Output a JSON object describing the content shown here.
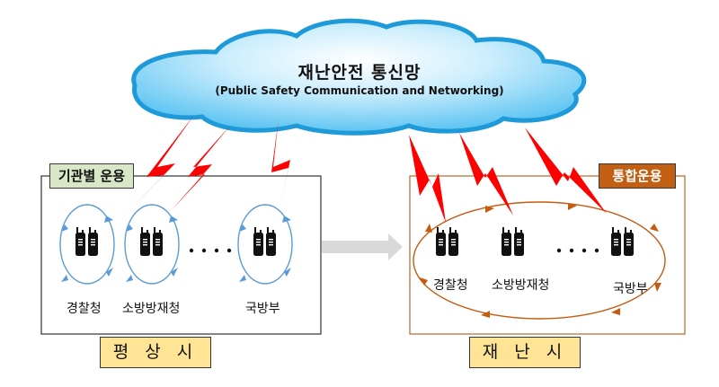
{
  "cloud": {
    "title": "재난안전 통신망",
    "subtitle": "(Public Safety Communication and Networking)"
  },
  "left_panel": {
    "tag": "기관별 운용",
    "organizations": [
      "경찰청",
      "소방방재청",
      "국방부"
    ],
    "ellipsis": "· · · ·",
    "phase_label": "평 상 시"
  },
  "right_panel": {
    "tag": "통합운용",
    "organizations": [
      "경찰청",
      "소방방재청",
      "국방부"
    ],
    "ellipsis": "· · · ·",
    "phase_label": "재 난 시"
  },
  "colors": {
    "cloud_fill": "#7fd0f5",
    "cloud_edge": "#1e9ad9",
    "lightning": "#ff0000",
    "left_cycle": "#5b9bd5",
    "right_cycle": "#c55a11",
    "left_tag_bg": "#d8e7c6",
    "right_tag_bg": "#c25f13",
    "phase_bg": "#ffe495",
    "transition_arrow": "#d9d9d9"
  }
}
